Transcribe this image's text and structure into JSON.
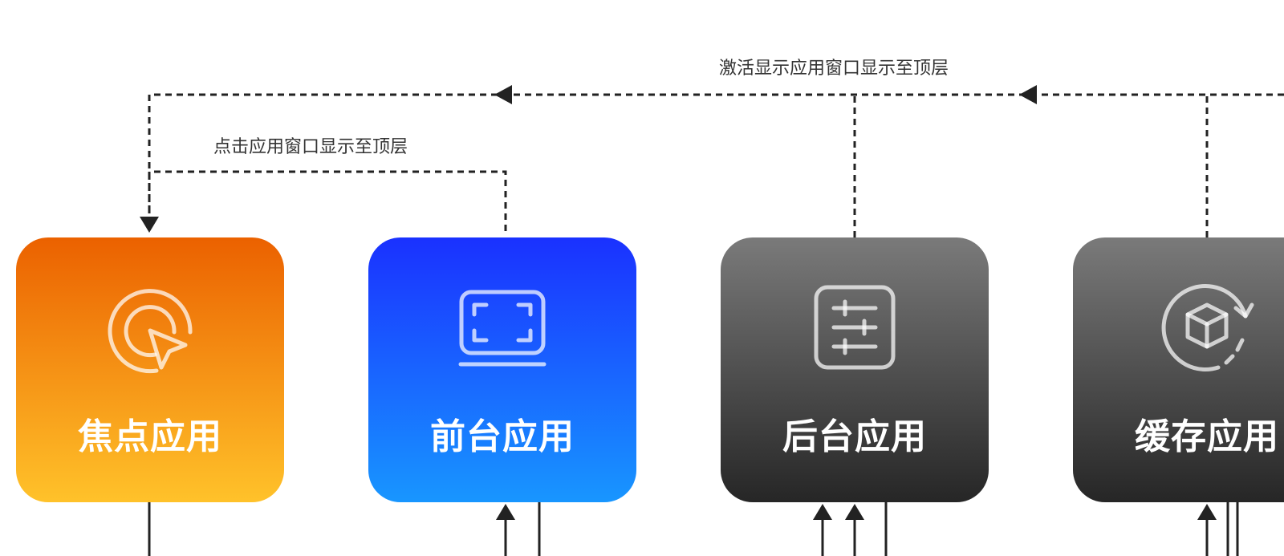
{
  "labels": {
    "focus_click": "点击应用窗口显示至顶层",
    "activate": "激活显示应用窗口显示至顶层"
  },
  "cards": [
    {
      "title": "焦点应用",
      "icon": "cursor-click-icon",
      "gradient": [
        "#eb6100",
        "#ffc22a"
      ]
    },
    {
      "title": "前台应用",
      "icon": "screen-frame-icon",
      "gradient": [
        "#1a31ff",
        "#1896ff"
      ]
    },
    {
      "title": "后台应用",
      "icon": "sliders-icon",
      "gradient": [
        "#7a7a7a",
        "#262626"
      ]
    },
    {
      "title": "缓存应用",
      "icon": "cube-refresh-icon",
      "gradient": [
        "#7a7a7a",
        "#262626"
      ]
    }
  ],
  "colors": {
    "line": "#222222",
    "icon_stroke": "rgba(255,255,255,0.72)",
    "label_text": "#333333"
  }
}
